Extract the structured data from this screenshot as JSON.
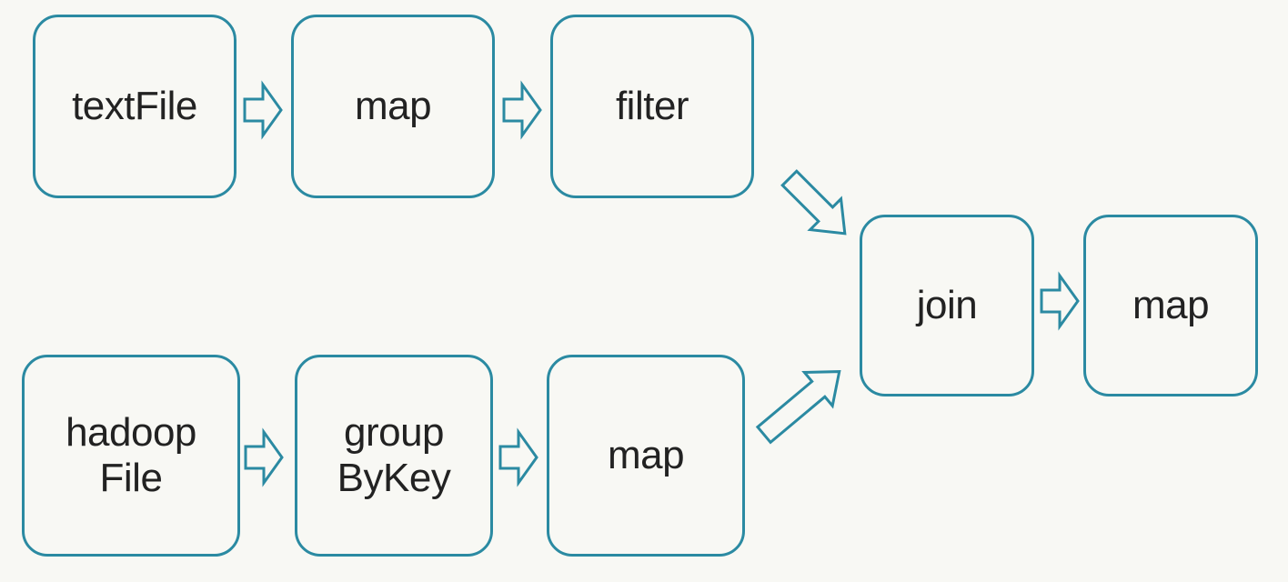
{
  "diagram": {
    "nodes": {
      "textfile": "textFile",
      "map1": "map",
      "filter": "filter",
      "hadoopfile": "hadoop\nFile",
      "groupbykey": "group\nByKey",
      "map2": "map",
      "join": "join",
      "map3": "map"
    },
    "edges": [
      {
        "from": "textFile",
        "to": "map"
      },
      {
        "from": "map",
        "to": "filter"
      },
      {
        "from": "filter",
        "to": "join"
      },
      {
        "from": "hadoop File",
        "to": "group ByKey"
      },
      {
        "from": "group ByKey",
        "to": "map"
      },
      {
        "from": "map",
        "to": "join"
      },
      {
        "from": "join",
        "to": "map"
      }
    ],
    "colors": {
      "border": "#2b8aa2",
      "background": "#f8f8f4",
      "text": "#222222"
    }
  }
}
